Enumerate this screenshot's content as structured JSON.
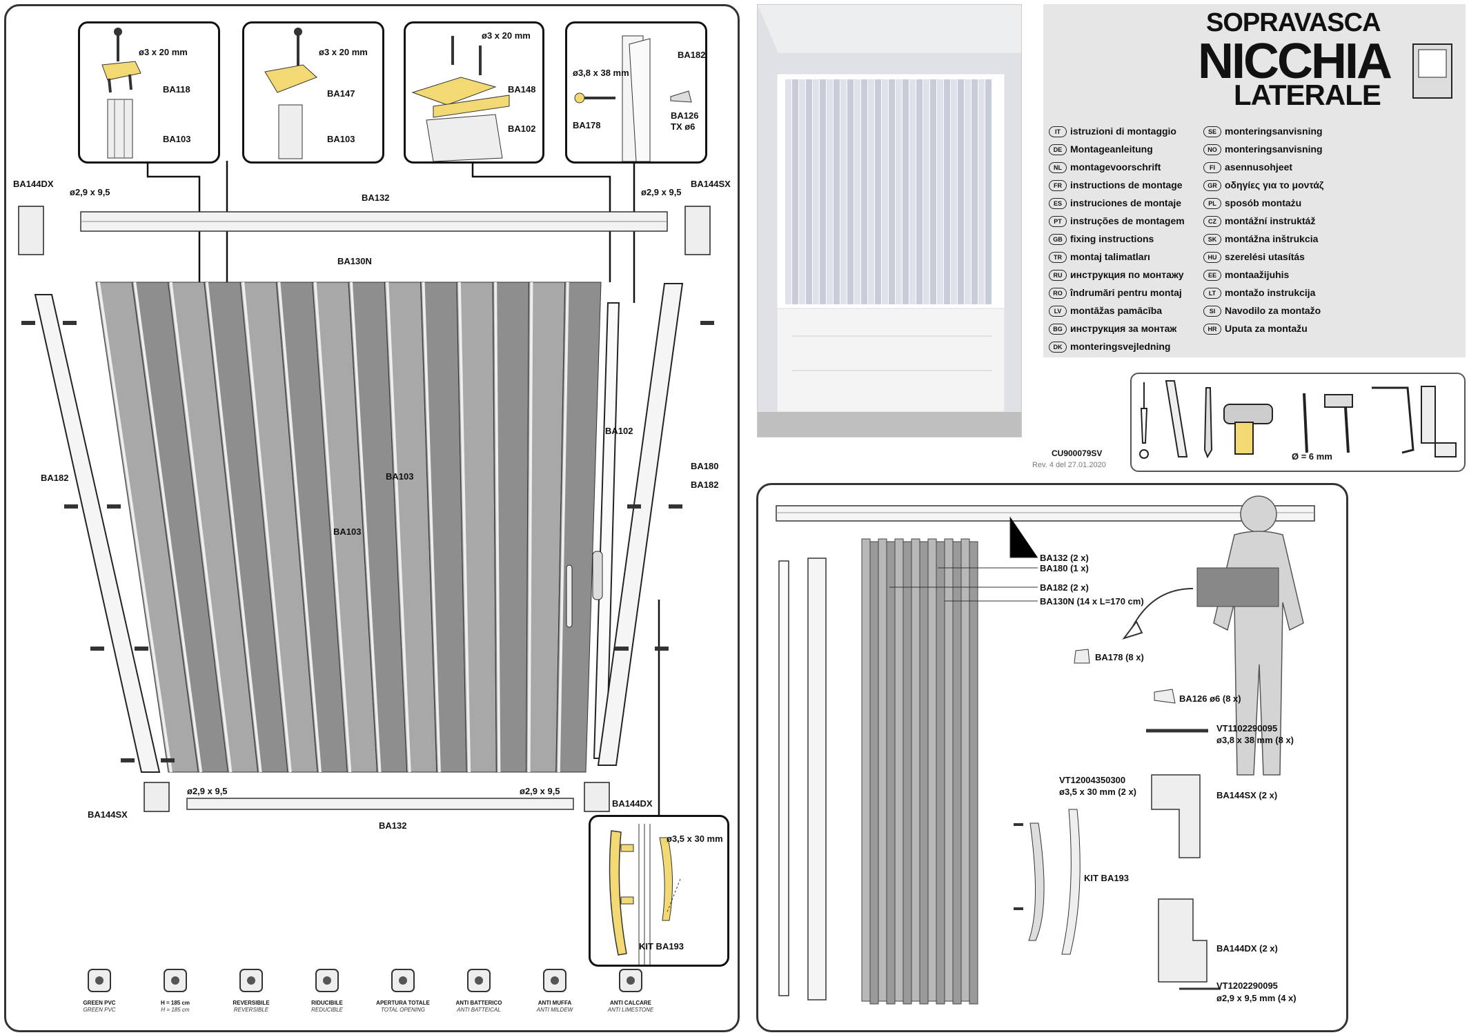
{
  "cover": {
    "title_line1": "SOPRAVASCA",
    "title_line2": "NICCHIA",
    "title_line3": "LATERALE",
    "doc_code": "CU900079SV",
    "revision": "Rev. 4 del 27.01.2020"
  },
  "languages_left": [
    {
      "code": "IT",
      "text": "istruzioni di montaggio"
    },
    {
      "code": "DE",
      "text": "Montageanleitung"
    },
    {
      "code": "NL",
      "text": "montagevoorschrift"
    },
    {
      "code": "FR",
      "text": "instructions de montage"
    },
    {
      "code": "ES",
      "text": "instruciones de montaje"
    },
    {
      "code": "PT",
      "text": "instruções de montagem"
    },
    {
      "code": "GB",
      "text": "fixing instructions"
    },
    {
      "code": "TR",
      "text": "montaj talimatları"
    },
    {
      "code": "RU",
      "text": "инструкция по монтажу"
    },
    {
      "code": "RO",
      "text": "îndrumări pentru montaj"
    },
    {
      "code": "LV",
      "text": "montāžas pamācība"
    },
    {
      "code": "BG",
      "text": "инструкция за монтаж"
    },
    {
      "code": "DK",
      "text": "monteringsvejledning"
    }
  ],
  "languages_right": [
    {
      "code": "SE",
      "text": "monteringsanvisning"
    },
    {
      "code": "NO",
      "text": "monteringsanvisning"
    },
    {
      "code": "FI",
      "text": "asennusohjeet"
    },
    {
      "code": "GR",
      "text": "οδηγίες για το μοντάζ"
    },
    {
      "code": "PL",
      "text": "sposób montażu"
    },
    {
      "code": "CZ",
      "text": "montážní instruktáž"
    },
    {
      "code": "SK",
      "text": "montážna inštrukcia"
    },
    {
      "code": "HU",
      "text": "szerelési utasítás"
    },
    {
      "code": "EE",
      "text": "montaažijuhis"
    },
    {
      "code": "LT",
      "text": "montažo instrukcija"
    },
    {
      "code": "SI",
      "text": "Navodilo za montažo"
    },
    {
      "code": "HR",
      "text": "Uputa za montažu"
    }
  ],
  "tools": {
    "drill_note": "Ø = 6 mm",
    "icons": [
      "screwdriver-icon",
      "level-icon",
      "pencil-icon",
      "drill-icon",
      "drill-bit-icon",
      "silicone-gun-icon",
      "hacksaw-icon",
      "square-ruler-icon"
    ]
  },
  "exploded": {
    "inset1": {
      "screw": "ø3 x 20 mm",
      "part_a": "BA118",
      "part_b": "BA103"
    },
    "inset2": {
      "screw": "ø3 x 20 mm",
      "part_a": "BA147",
      "part_b": "BA103"
    },
    "inset3": {
      "screw": "ø3 x 20 mm",
      "part_a": "BA148",
      "part_b": "BA102"
    },
    "inset4": {
      "screw": "ø3,8 x 38 mm",
      "part_a": "BA182",
      "part_b": "BA178",
      "part_c": "BA126",
      "part_c2": "TX ø6"
    },
    "labels": {
      "ba144dx_top": "BA144DX",
      "ba144sx_top": "BA144SX",
      "screw_top_left": "ø2,9 x 9,5",
      "screw_top_right": "ø2,9 x 9,5",
      "rail_top": "BA132",
      "panels": "BA130N",
      "post_left": "BA182",
      "ba103_a": "BA103",
      "ba103_b": "BA103",
      "ba102": "BA102",
      "ba180": "BA180",
      "ba182_right": "BA182",
      "screw_bottom_left": "ø2,9 x 9,5",
      "screw_bottom_right": "ø2,9 x 9,5",
      "ba144sx_bottom": "BA144SX",
      "ba144dx_bottom": "BA144DX",
      "rail_bottom": "BA132"
    },
    "handle_inset": {
      "screw": "ø3,5 x 30 mm",
      "kit": "KIT BA193"
    }
  },
  "features": [
    {
      "icon": "leaves-icon",
      "label": "GREEN PVC",
      "sub": "GREEN PVC"
    },
    {
      "icon": "height-arrow-icon",
      "label": "H = 185 cm",
      "sub": "H = 185 cm"
    },
    {
      "icon": "reversible-icon",
      "label": "REVERSIBILE",
      "sub": "REVERSIBLE"
    },
    {
      "icon": "saw-cut-icon",
      "label": "RIDUCIBILE",
      "sub": "REDUCIBLE"
    },
    {
      "icon": "total-opening-icon",
      "label": "APERTURA TOTALE",
      "sub": "TOTAL OPENING"
    },
    {
      "icon": "antibacterial-icon",
      "label": "ANTI BATTERICO",
      "sub": "ANTI BATTEICAL"
    },
    {
      "icon": "anti-mildew-icon",
      "label": "ANTI MUFFA",
      "sub": "ANTI MILDEW"
    },
    {
      "icon": "anti-limestone-icon",
      "label": "ANTI CALCARE",
      "sub": "ANTI LIMESTONE"
    }
  ],
  "parts_list": {
    "ba132": "BA132 (2 x)",
    "ba180": "BA180 (1 x)",
    "ba182": "BA182 (2 x)",
    "ba130n": "BA130N (14 x L=170 cm)",
    "ba178": "BA178 (8 x)",
    "ba126": "BA126 ø6 (8 x)",
    "vt1102": "VT1102290095",
    "vt1102_size": "ø3,8 x 38 mm (8 x)",
    "vt1200": "VT12004350300",
    "vt1200_size": "ø3,5 x 30 mm (2 x)",
    "kit": "KIT BA193",
    "ba144sx": "BA144SX (2 x)",
    "ba144dx": "BA144DX (2 x)",
    "vt1202": "VT1202290095",
    "vt1202_size": "ø2,9 x 9,5 mm (4 x)"
  }
}
